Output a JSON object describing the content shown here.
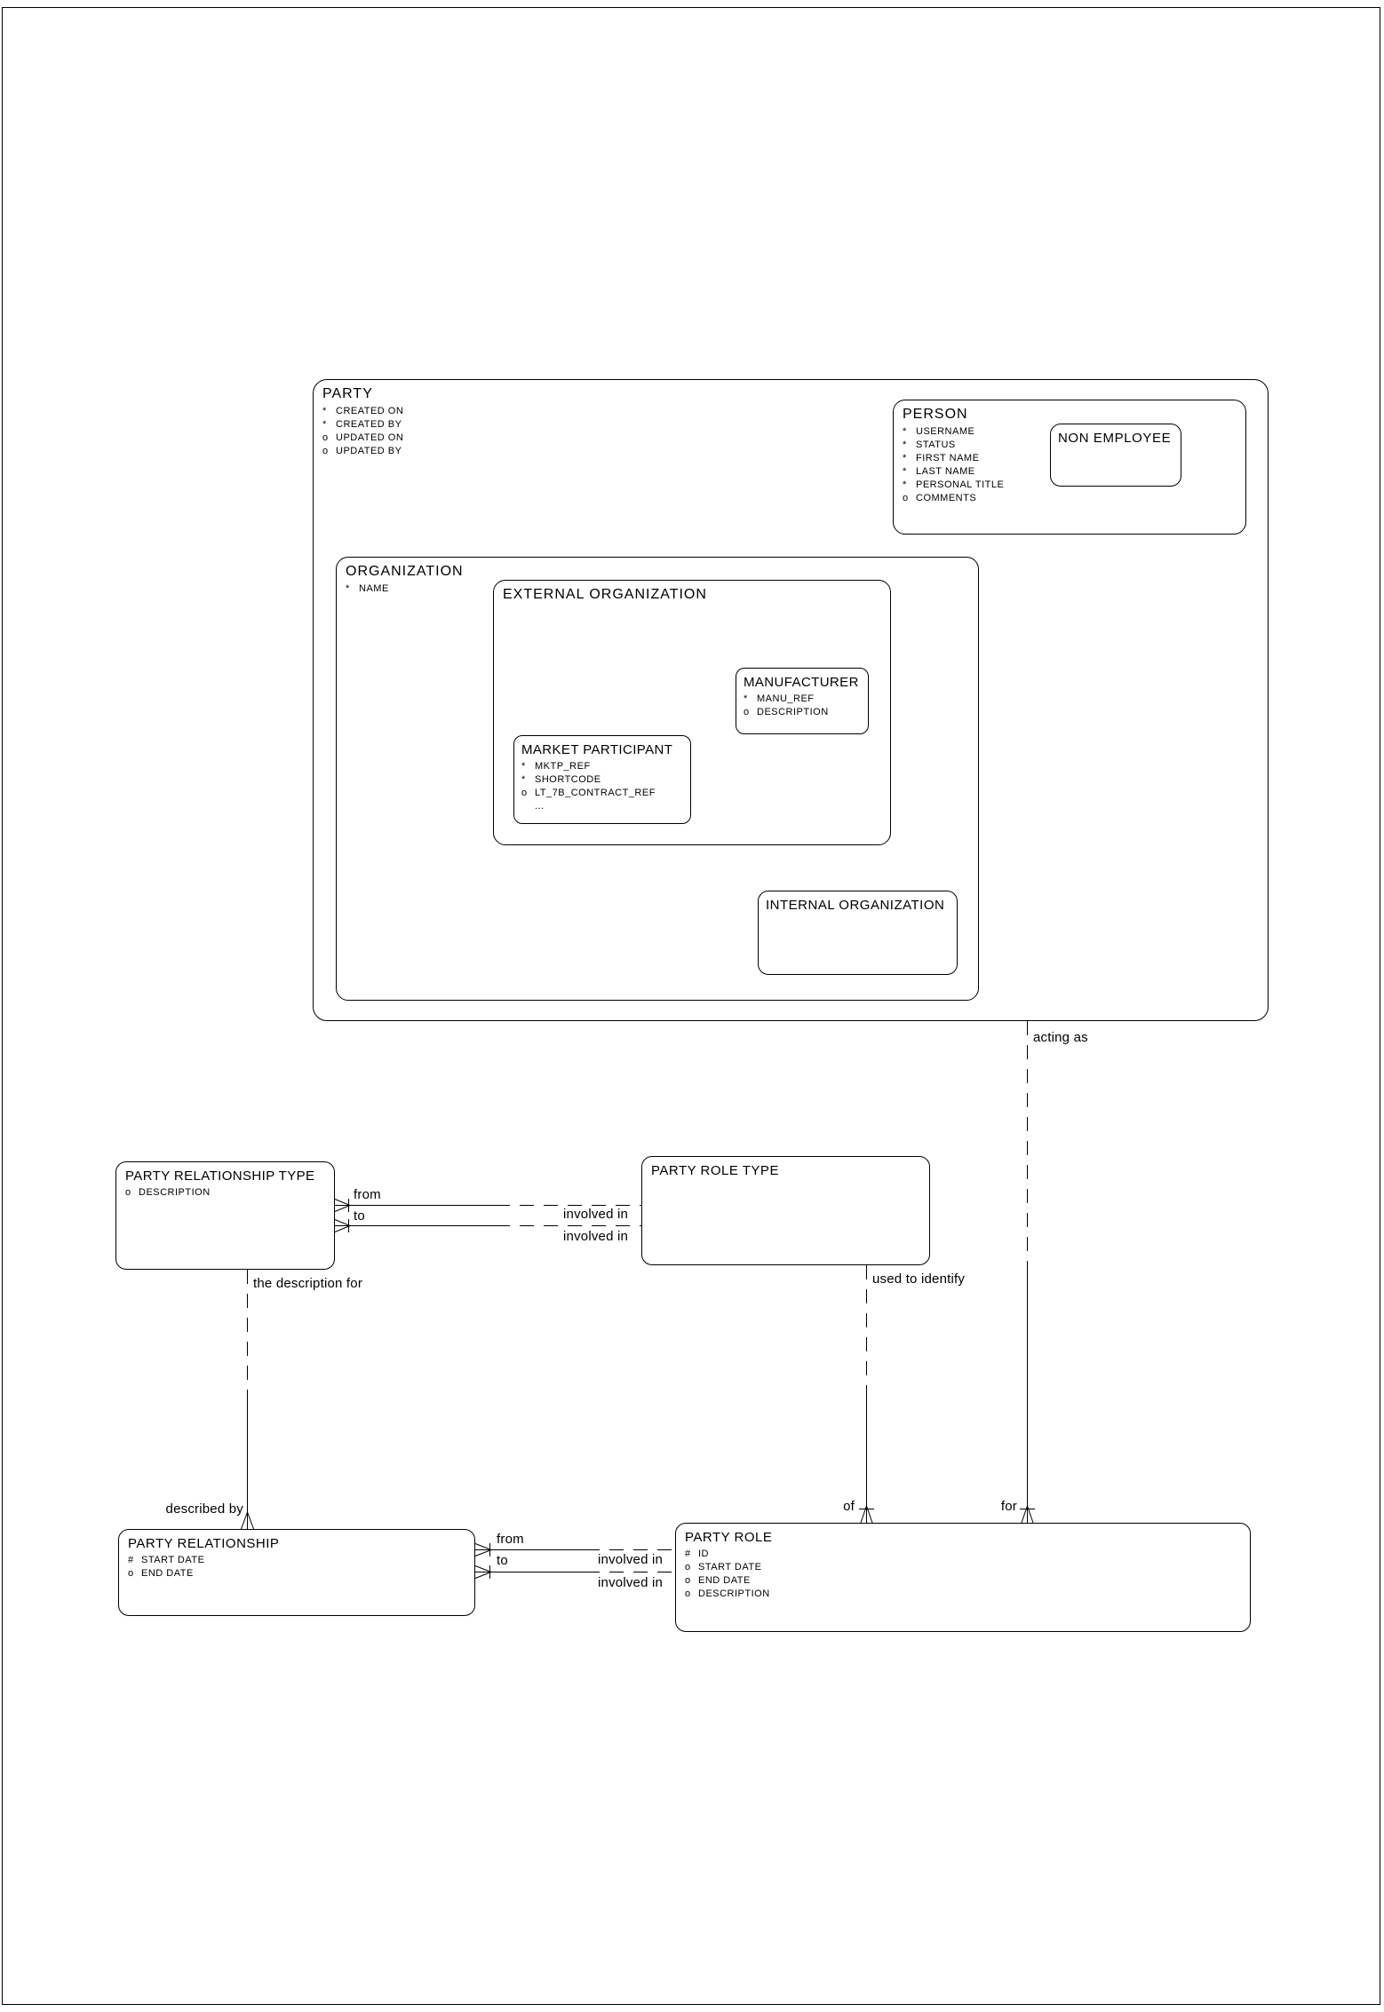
{
  "colors": {
    "background": "#ffffff",
    "line": "#000000",
    "text": "#000000"
  },
  "entities": {
    "party": {
      "title": "PARTY",
      "attributes": [
        {
          "p": "*",
          "t": "CREATED ON"
        },
        {
          "p": "*",
          "t": "CREATED BY"
        },
        {
          "p": "o",
          "t": "UPDATED ON"
        },
        {
          "p": "o",
          "t": "UPDATED BY"
        }
      ]
    },
    "person": {
      "title": "PERSON",
      "attributes": [
        {
          "p": "*",
          "t": "USERNAME"
        },
        {
          "p": "*",
          "t": "STATUS"
        },
        {
          "p": "*",
          "t": "FIRST NAME"
        },
        {
          "p": "*",
          "t": "LAST NAME"
        },
        {
          "p": "*",
          "t": "PERSONAL TITLE"
        },
        {
          "p": "o",
          "t": "COMMENTS"
        }
      ]
    },
    "non_employee": {
      "title": "NON EMPLOYEE"
    },
    "organization": {
      "title": "ORGANIZATION",
      "attributes": [
        {
          "p": "*",
          "t": "NAME"
        }
      ]
    },
    "external_organization": {
      "title": "EXTERNAL ORGANIZATION"
    },
    "manufacturer": {
      "title": "MANUFACTURER",
      "attributes": [
        {
          "p": "*",
          "t": "MANU_REF"
        },
        {
          "p": "o",
          "t": "DESCRIPTION"
        }
      ]
    },
    "market_participant": {
      "title": "MARKET PARTICIPANT",
      "attributes": [
        {
          "p": "*",
          "t": "MKTP_REF"
        },
        {
          "p": "*",
          "t": "SHORTCODE"
        },
        {
          "p": "o",
          "t": "LT_7B_CONTRACT_REF"
        },
        {
          "p": "",
          "t": "..."
        }
      ]
    },
    "internal_organization": {
      "title": "INTERNAL ORGANIZATION"
    },
    "party_relationship_type": {
      "title": "PARTY RELATIONSHIP TYPE",
      "attributes": [
        {
          "p": "o",
          "t": "DESCRIPTION"
        }
      ]
    },
    "party_role_type": {
      "title": "PARTY ROLE TYPE"
    },
    "party_relationship": {
      "title": "PARTY RELATIONSHIP",
      "attributes": [
        {
          "p": "#",
          "t": "START DATE"
        },
        {
          "p": "o",
          "t": "END DATE"
        }
      ]
    },
    "party_role": {
      "title": "PARTY ROLE",
      "attributes": [
        {
          "p": "#",
          "t": "ID"
        },
        {
          "p": "o",
          "t": "START DATE"
        },
        {
          "p": "o",
          "t": "END DATE"
        },
        {
          "p": "o",
          "t": "DESCRIPTION"
        }
      ]
    }
  },
  "connections": {
    "type_pair": {
      "from": "from",
      "to": "to",
      "involved_in_top": "involved in",
      "involved_in_bottom": "involved in"
    },
    "instance_pair": {
      "from": "from",
      "to": "to",
      "involved_in_top": "involved in",
      "involved_in_bottom": "involved in"
    },
    "party_acting_as": {
      "near_party": "acting as",
      "near_party_role": "for"
    },
    "role_type_identifies": {
      "near_party_role_type": "used to identify",
      "near_party_role": "of"
    },
    "relationship_type_describes": {
      "near_party_relationship_type": "the description for",
      "near_party_relationship": "described by"
    }
  }
}
